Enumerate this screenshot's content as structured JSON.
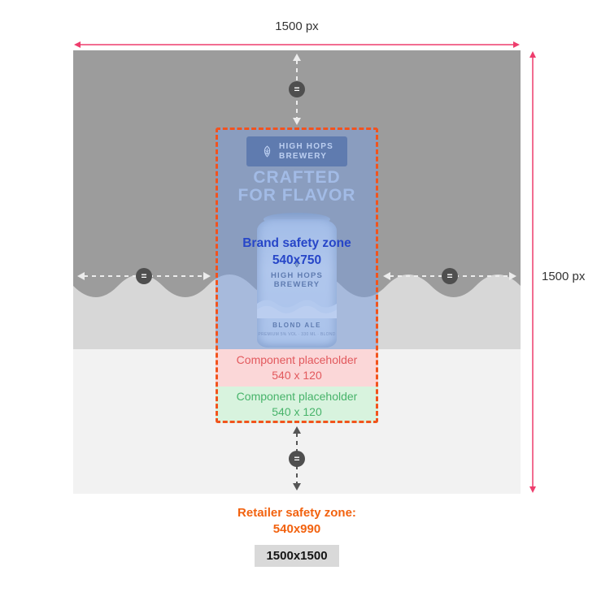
{
  "colors": {
    "measure_line_pink": "#ee3d6d",
    "retailer_zone_orange": "#f2541d",
    "brand_zone_blue": "#2746c8",
    "component_red": "#e2595d",
    "component_green": "#47b36a"
  },
  "measurements": {
    "top_width": "1500 px",
    "right_height": "1500 px",
    "equal": "="
  },
  "artwork": {
    "logo_line1": "HIGH HOPS",
    "logo_line2": "BREWERY",
    "headline_line1": "CRAFTED",
    "headline_line2": "FOR FLAVOR",
    "can_brand_line1": "HIGH HOPS",
    "can_brand_line2": "BREWERY",
    "can_style": "BLOND ALE",
    "can_fine_print": "PREMIUM 5% VOL · 330 ML · BLOND"
  },
  "zones": {
    "brand": {
      "label": "Brand safety zone",
      "size": "540x750"
    },
    "components": [
      {
        "label": "Component placeholder",
        "size": "540 x 120"
      },
      {
        "label": "Component placeholder",
        "size": "540 x 120"
      }
    ]
  },
  "footer": {
    "retailer_label": "Retailer safety zone:",
    "retailer_size": "540x990",
    "canvas_size": "1500x1500"
  }
}
